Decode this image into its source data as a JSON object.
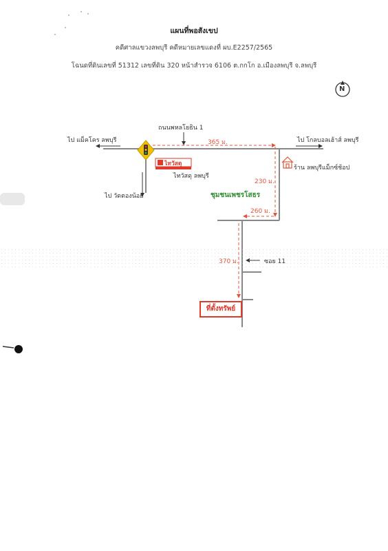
{
  "header": {
    "title": "แผนที่พอสังเขป",
    "court_line": "คดีศาลแขวงลพบุรี คดีหมายเลขแดงที่ ผบ.E2257/2565",
    "deed_line": "โฉนดที่ดินเลขที่ 51312 เลขที่ดิน 320 หน้าสำรวจ 6106 ต.กกโก อ.เมืองลพบุรี จ.ลพบุรี"
  },
  "compass": {
    "letter": "N",
    "icon": "compass-north-icon"
  },
  "roads": {
    "main_road": "ถนนพหลโยธิน 1",
    "to_west": "ไป แม็คโคร ลพบุรี",
    "to_east": "ไป โกลบอลเฮ้าส์ ลพบุรี",
    "to_south": "ไป วัดตองน้อย",
    "soi": "ซอย 11"
  },
  "landmarks": {
    "tops_sign": "ไทวัสดุ",
    "tops_name": "ไทวัสดุ ลพบุรี",
    "shop": "ร้าน ลพบุรีแม็กซ์ช้อป",
    "community": "ชุมชนเพชรโสธร",
    "traffic_light_icon": "traffic-light-icon",
    "shop_icon": "house-icon"
  },
  "distances": {
    "d1": "365 ม.",
    "d2": "230 ม.",
    "d3": "260 ม.",
    "d4": "370 ม."
  },
  "destination": {
    "label": "ที่ตั้งทรัพย์"
  },
  "colors": {
    "route": "#e0553a",
    "road": "#888888",
    "community": "#2e8b2e",
    "destination": "#e03a2a"
  }
}
